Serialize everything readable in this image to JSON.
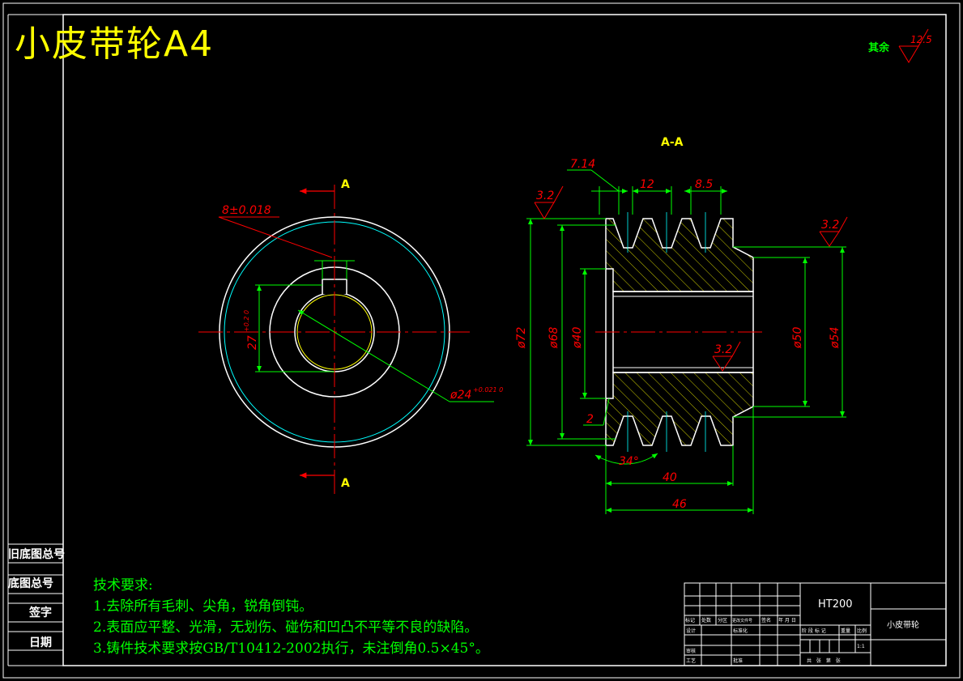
{
  "title": "小皮带轮A4",
  "roughness": {
    "remaining_label": "其余",
    "remaining_value": "12.5",
    "value": "3.2"
  },
  "section": {
    "cut_mark": "A",
    "view_label": "A-A"
  },
  "dims": {
    "keyway_width": "8±0.018",
    "keyway_depth": "27",
    "keyway_depth_tol": "+0.2\n0",
    "bore": "ø24",
    "bore_tol": "+0.021\n0",
    "groove_edge": "7.14",
    "pitch": "12",
    "groove_width": "8.5",
    "od": "ø72",
    "pd": "ø68",
    "hub_bore": "ø40",
    "hub_d50": "ø50",
    "hub_d54": "ø54",
    "chamfer": "2",
    "angle": "34°",
    "len40": "40",
    "len46": "46"
  },
  "side_labels": [
    "旧底图总号",
    "底图总号",
    "签字",
    "日期"
  ],
  "notes": {
    "heading": "技术要求:",
    "items": [
      "1.去除所有毛刺、尖角，锐角倒钝。",
      "2.表面应平整、光滑，无划伤、碰伤和凹凸不平等不良的缺陷。",
      "3.铸件技术要求按GB/T10412-2002执行，未注倒角0.5×45°。"
    ]
  },
  "title_block": {
    "material": "HT200",
    "part_name": "小皮带轮",
    "row_labels_left": [
      "标记",
      "处数",
      "分区",
      "更改文件号",
      "签名",
      "年 月 日"
    ],
    "designer": "设计",
    "standardization": "标准化",
    "checker": "审核",
    "process": "工艺",
    "approve": "批准",
    "stage_labels": [
      "阶 段 标 记",
      "重量",
      "比例"
    ],
    "scale": "1:1",
    "sheet_info": "共 张 第 张"
  },
  "colors": {
    "background": "#000000",
    "outline": "#ffffff",
    "dimension": "#00ff00",
    "callout": "#ff0000",
    "center": "#ff0000",
    "title": "#ffff00",
    "hatch": "#ffff00"
  }
}
